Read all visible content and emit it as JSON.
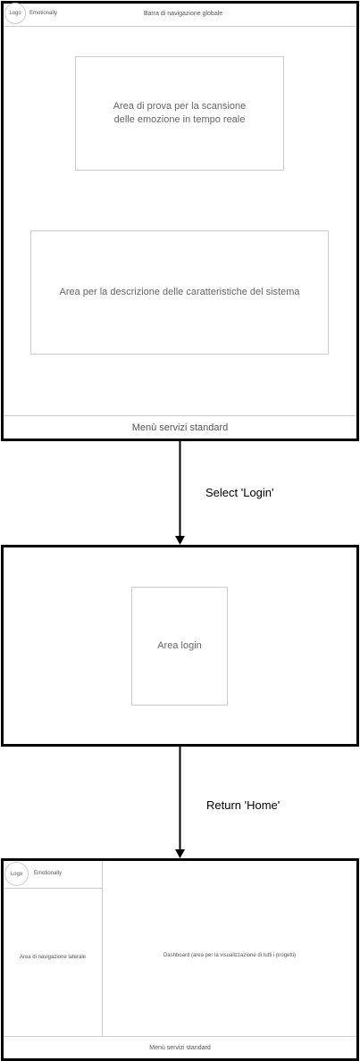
{
  "screen_home": {
    "logo": "Logo",
    "brand": "Emotionally",
    "nav_bar": "Barra di navigazione globale",
    "scan_area": "Area di prova per la scansione delle emozione in tempo reale",
    "description_area": "Area per la descrizione delle caratteristiche del sistema",
    "footer_menu": "Menù servizi standard"
  },
  "transition_login": {
    "label": "Select 'Login'"
  },
  "screen_login": {
    "login_area": "Area login"
  },
  "transition_home": {
    "label": "Return 'Home'"
  },
  "screen_dashboard": {
    "logo": "Logo",
    "brand": "Emotionally",
    "side_nav": "Area di navigazione laterale",
    "dashboard": "Dashboard (area per la visualizzazione di tutti i progetti)",
    "footer_menu": "Menù servizi standard"
  },
  "colors": {
    "frame_border": "#000000",
    "inner_border": "#cccccc",
    "text": "#555555"
  }
}
